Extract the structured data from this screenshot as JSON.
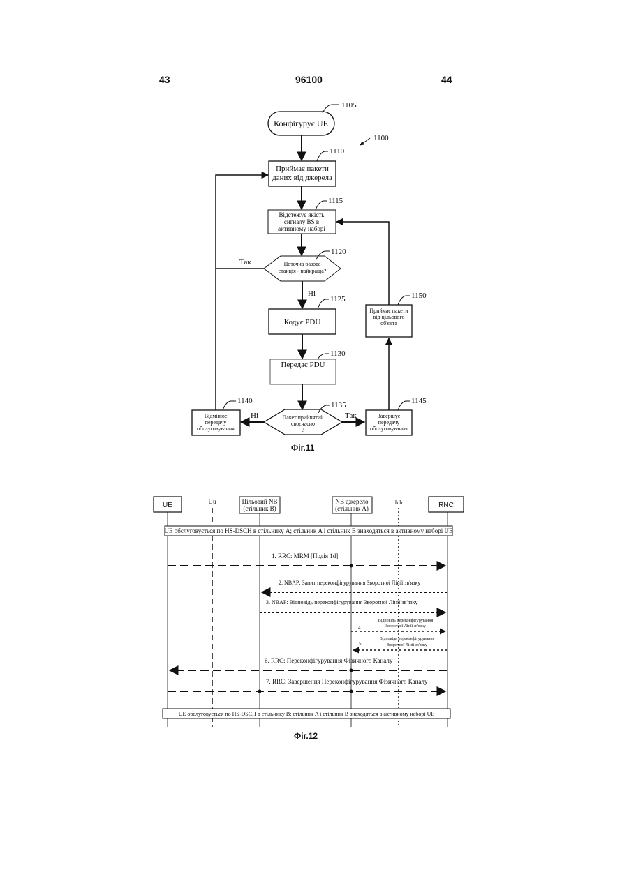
{
  "header": {
    "left": "43",
    "center": "96100",
    "right": "44"
  },
  "fig11": {
    "caption": "Фіг.11",
    "diagram_ref": "1100",
    "start": {
      "text": "Конфігурує UE",
      "ref": "1105"
    },
    "receive_source": {
      "lines": [
        "Приймає пакети",
        "даних від джерела"
      ],
      "ref": "1110"
    },
    "monitor": {
      "lines": [
        "Відстежує якість",
        "сигналу BS в",
        "активному наборі"
      ],
      "ref": "1115"
    },
    "decision_best": {
      "lines": [
        "Поточна базова",
        "станція - найкраща?",
        "."
      ],
      "ref": "1120",
      "yes": "Так",
      "no": "Ні"
    },
    "encode": {
      "text": "Кодує PDU",
      "ref": "1125"
    },
    "transmit": {
      "text": "Передає PDU",
      "ref": "1130"
    },
    "decision_ack": {
      "lines": [
        "Пакет прийнятий",
        "своєчасно",
        "?"
      ],
      "ref": "1135",
      "no": "Ні",
      "yes": "Так"
    },
    "cancel": {
      "lines": [
        "Відмінює",
        "передачу",
        "обслуговування"
      ],
      "ref": "1140"
    },
    "complete": {
      "lines": [
        "Завершує",
        "передачу",
        "обслуговування"
      ],
      "ref": "1145"
    },
    "receive_target": {
      "lines": [
        "Приймає пакети",
        "від цільового",
        "об'єкта"
      ],
      "ref": "1150"
    }
  },
  "fig12": {
    "caption": "Фіг.12",
    "entities": {
      "ue": "UE",
      "uu": "Uu",
      "target_nb": [
        "Цільовий NB",
        "(стільник B)"
      ],
      "source_nb": [
        "NB джерело",
        "(стільник A)"
      ],
      "iub": "Iub",
      "rnc": "RNC"
    },
    "top_banner": "UE обслуговується по HS-DSCH в стільнику A; стільник A і стільник B знаходяться в активному наборі UE",
    "bottom_banner": "UE обслуговується по HS-DSCH в стільнику B; стільник A і стільник B знаходяться в активному наборі UE",
    "messages": {
      "m1": "1.  RRC: MRM [Подія 1d]",
      "m2": "2. NBAP: Запит переконфігурування Зворотної Лінії зв'язку",
      "m3": "3. NBAP: Відповідь переконфігурування Зворотної Лінії зв'язку",
      "m4": [
        "Відповідь переконфігурування",
        "Зворотної Лінії зв'язку"
      ],
      "m4_num": "4",
      "m5": [
        "Відповідь переконфігурування",
        "Зворотної Лінії зв'язку"
      ],
      "m5_num": "5",
      "m6": "6. RRC: Переконфігурування Фізичного Каналу",
      "m7": "7. RRC: Завершення Переконфігурування Фізичного Каналу"
    }
  }
}
